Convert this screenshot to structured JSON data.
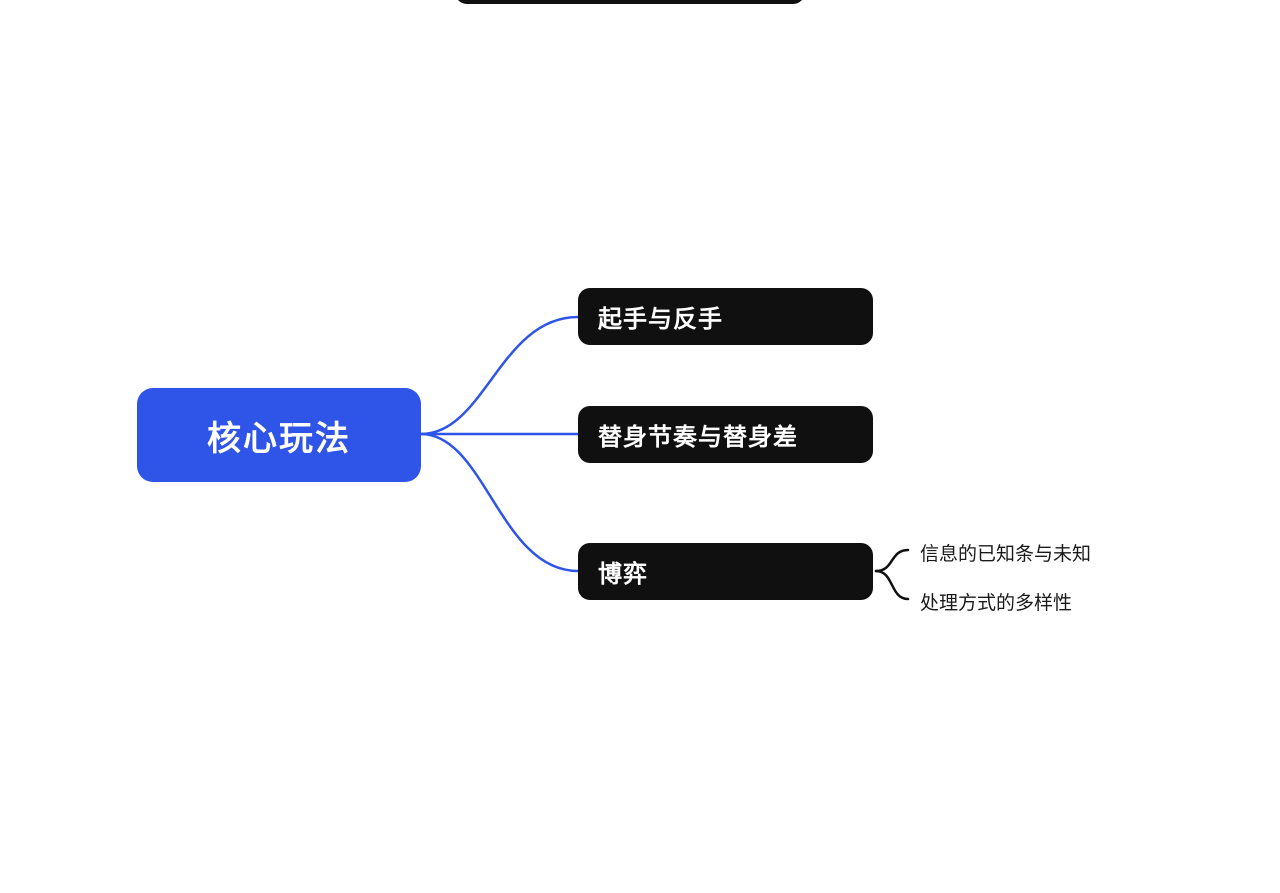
{
  "diagram": {
    "type": "mindmap",
    "root": {
      "label": "核心玩法"
    },
    "nodes": [
      {
        "label": "起手与反手",
        "children": []
      },
      {
        "label": "替身节奏与替身差",
        "children": []
      },
      {
        "label": "博弈",
        "children": [
          "信息的已知条与未知",
          "处理方式的多样性"
        ]
      }
    ],
    "colors": {
      "root_bg": "#2e54e8",
      "branch_bg": "#101010",
      "connector_primary": "#2e54e8",
      "connector_secondary": "#101010",
      "text_on_dark": "#ffffff",
      "leaf_text": "#1a1a1a",
      "background": "#ffffff"
    }
  }
}
